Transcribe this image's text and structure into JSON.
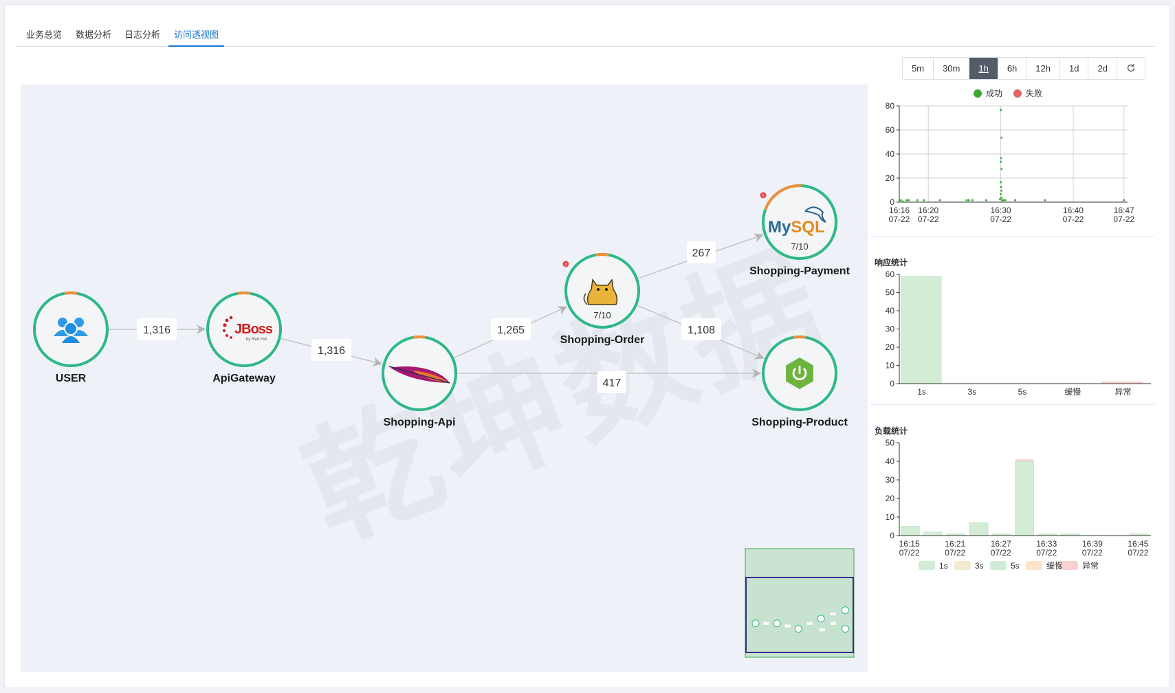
{
  "tabs": [
    "业务总览",
    "数据分析",
    "日志分析",
    "访问透视图"
  ],
  "active_tab": 3,
  "watermark": "乾坤数据",
  "time_buttons": [
    "5m",
    "30m",
    "1h",
    "6h",
    "12h",
    "1d",
    "2d"
  ],
  "active_time": 2,
  "refresh_icon": "refresh-icon",
  "topology": {
    "nodes": [
      {
        "id": "user",
        "label": "USER",
        "icon": "users-icon",
        "badge": "",
        "alert": false
      },
      {
        "id": "apigateway",
        "label": "ApiGateway",
        "icon": "jboss-logo",
        "badge": "",
        "alert": false
      },
      {
        "id": "shopping-api",
        "label": "Shopping-Api",
        "icon": "apache-feather-logo",
        "badge": "",
        "alert": false
      },
      {
        "id": "shopping-order",
        "label": "Shopping-Order",
        "icon": "tomcat-logo",
        "badge": "7/10",
        "alert": true
      },
      {
        "id": "shopping-payment",
        "label": "Shopping-Payment",
        "icon": "mysql-logo",
        "badge": "7/10",
        "alert": true
      },
      {
        "id": "shopping-product",
        "label": "Shopping-Product",
        "icon": "spring-power-icon",
        "badge": "",
        "alert": false
      }
    ],
    "edges": [
      {
        "from": "user",
        "to": "apigateway",
        "label": "1,316"
      },
      {
        "from": "apigateway",
        "to": "shopping-api",
        "label": "1,316"
      },
      {
        "from": "shopping-api",
        "to": "shopping-order",
        "label": "1,265"
      },
      {
        "from": "shopping-api",
        "to": "shopping-product",
        "label": "417"
      },
      {
        "from": "shopping-order",
        "to": "shopping-payment",
        "label": "267"
      },
      {
        "from": "shopping-order",
        "to": "shopping-product",
        "label": "1,108"
      }
    ],
    "jboss_text": "JBoss",
    "jboss_sub": "by Red Hat",
    "mysql_text": "MySQL",
    "colors": {
      "ring": "#2eb88a",
      "ring_orange": "#f0903a",
      "alert": "#e5484d",
      "edge": "#c4c4c4",
      "bg": "#eef2f8"
    }
  },
  "chart_data": [
    {
      "type": "scatter",
      "legend": [
        {
          "name": "成功",
          "color": "#3aaa35"
        },
        {
          "name": "失败",
          "color": "#e06666"
        }
      ],
      "ylim": [
        0,
        80
      ],
      "yticks": [
        0,
        20,
        40,
        60,
        80
      ],
      "xticks": [
        {
          "t": 0,
          "time": "16:16",
          "date": "07-22"
        },
        {
          "t": 4,
          "time": "16:20",
          "date": "07-22"
        },
        {
          "t": 14,
          "time": "16:30",
          "date": "07-22"
        },
        {
          "t": 24,
          "time": "16:40",
          "date": "07-22"
        },
        {
          "t": 31,
          "time": "16:47",
          "date": "07-22"
        }
      ],
      "xlim": [
        0,
        31.5
      ],
      "points": [
        [
          0.2,
          1
        ],
        [
          0.5,
          0
        ],
        [
          1.0,
          1
        ],
        [
          1.3,
          1
        ],
        [
          2.5,
          1
        ],
        [
          3.4,
          1
        ],
        [
          5.6,
          1
        ],
        [
          9.3,
          1
        ],
        [
          9.6,
          1
        ],
        [
          10.1,
          1
        ],
        [
          12.0,
          1
        ],
        [
          13.9,
          2
        ],
        [
          14.0,
          76
        ],
        [
          14.1,
          53
        ],
        [
          14.05,
          36
        ],
        [
          14.0,
          33
        ],
        [
          14.1,
          27
        ],
        [
          14.0,
          16
        ],
        [
          14.05,
          12
        ],
        [
          14.1,
          9
        ],
        [
          14.0,
          6
        ],
        [
          14.1,
          3
        ],
        [
          14.2,
          1
        ],
        [
          14.4,
          1
        ],
        [
          14.6,
          1
        ],
        [
          16.0,
          1
        ],
        [
          20.1,
          1
        ],
        [
          31.0,
          1
        ]
      ]
    },
    {
      "type": "bar",
      "title": "响应统计",
      "categories": [
        "1s",
        "3s",
        "5s",
        "缓慢",
        "异常"
      ],
      "values": [
        59,
        0,
        0,
        0,
        1
      ],
      "ylim": [
        0,
        60
      ],
      "yticks": [
        0,
        10,
        20,
        30,
        40,
        50,
        60
      ]
    },
    {
      "type": "bar",
      "title": "负载统计",
      "ylim": [
        0,
        50
      ],
      "yticks": [
        0,
        10,
        20,
        30,
        40,
        50
      ],
      "xticks": [
        {
          "i": 0,
          "time": "16:15",
          "date": "07/22"
        },
        {
          "i": 2,
          "time": "16:21",
          "date": "07/22"
        },
        {
          "i": 4,
          "time": "16:27",
          "date": "07/22"
        },
        {
          "i": 6,
          "time": "16:33",
          "date": "07/22"
        },
        {
          "i": 8,
          "time": "16:39",
          "date": "07/22"
        },
        {
          "i": 10,
          "time": "16:45",
          "date": "07/22"
        }
      ],
      "values": [
        5,
        2,
        1,
        7,
        1,
        40,
        1,
        1,
        0,
        0,
        1
      ],
      "abnormal": [
        0,
        0,
        0,
        0,
        0,
        1,
        0,
        0,
        0,
        0,
        0
      ],
      "legend": [
        {
          "name": "1s",
          "color": "#d3ecd5"
        },
        {
          "name": "3s",
          "color": "#f3ead2"
        },
        {
          "name": "5s",
          "color": "#d0ecd8"
        },
        {
          "name": "缓慢",
          "color": "#fde3c8"
        },
        {
          "name": "异常",
          "color": "#f9d1d1"
        }
      ]
    }
  ]
}
